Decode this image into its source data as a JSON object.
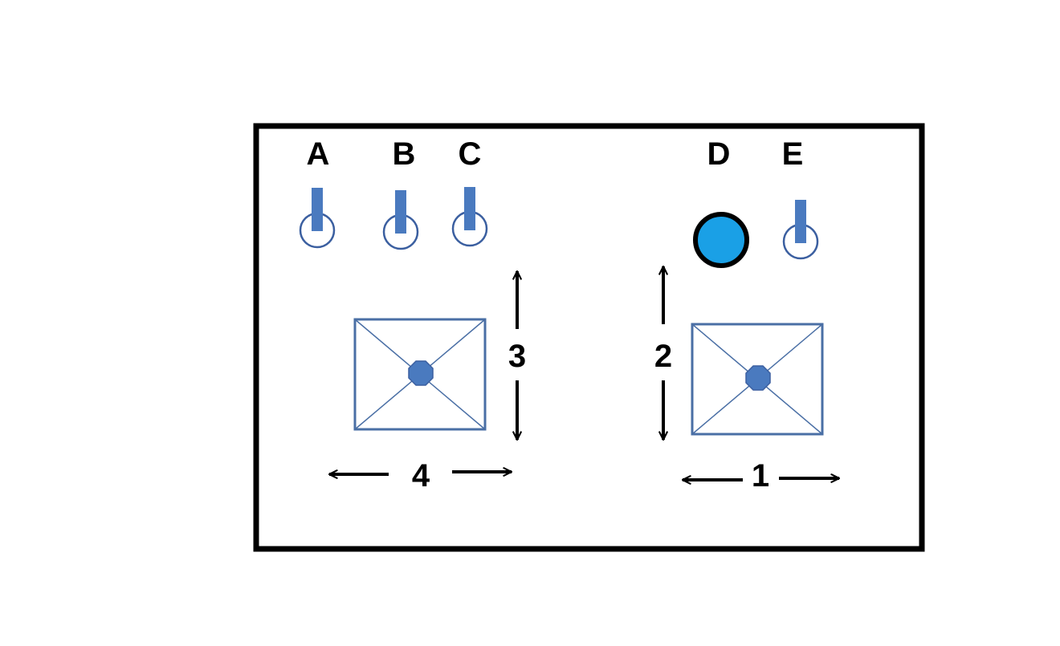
{
  "switches": [
    {
      "id": "switch-a",
      "label": "A"
    },
    {
      "id": "switch-b",
      "label": "B"
    },
    {
      "id": "switch-c",
      "label": "C"
    },
    {
      "id": "switch-e",
      "label": "E"
    }
  ],
  "indicator": {
    "id": "indicator-d",
    "label": "D"
  },
  "axes": {
    "left_vertical": "3",
    "left_horizontal": "4",
    "right_vertical": "2",
    "right_horizontal": "1"
  },
  "colors": {
    "outline": "#000000",
    "switch_fill": "#4a7abf",
    "switch_stroke": "#3b5fa0",
    "indicator_fill": "#1aa0e6",
    "joystick_stroke": "#4a6fa5"
  }
}
